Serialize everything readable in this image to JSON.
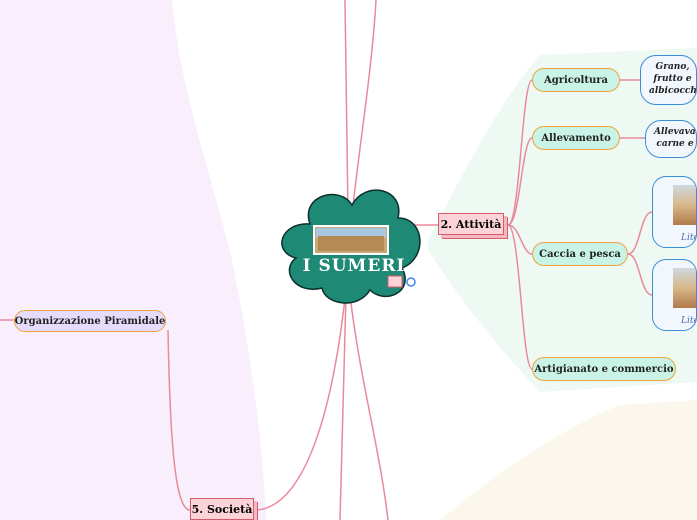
{
  "central": {
    "title": "I SUMERI"
  },
  "branches": {
    "attivita": {
      "label": "2. Attività"
    },
    "societa": {
      "label": "5. Società"
    }
  },
  "attivita_items": [
    {
      "label": "Agricoltura"
    },
    {
      "label": "Allevamento"
    },
    {
      "label": "Caccia e pesca"
    },
    {
      "label": "Artigianato e commercio"
    }
  ],
  "descriptions": {
    "agricoltura": "Grano, frutto e albicocche",
    "allevamento": "Allevavano carne e"
  },
  "image_captions": [
    "Lite",
    "Lite"
  ],
  "societa_items": [
    {
      "label": "Organizzazione Piramidale"
    }
  ],
  "colors": {
    "cloud": "#1e8a76",
    "activity_bg": "#eef9f4",
    "society_bg": "#f8eefc",
    "connector": "#e98a9a"
  }
}
